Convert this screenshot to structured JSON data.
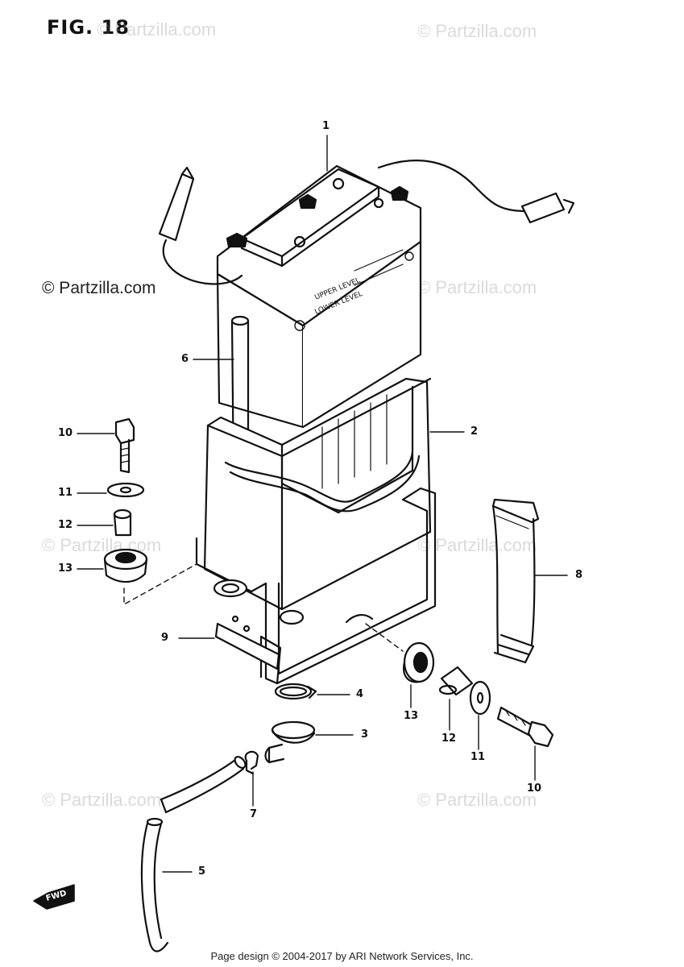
{
  "figure": {
    "title": "FIG. 18"
  },
  "watermarks": [
    "© Partzilla.com",
    "© Partzilla.com",
    "© Partzilla.com",
    "© Partzilla.com",
    "© Partzilla.com",
    "© Partzilla.com",
    "© Partzilla.com",
    "© Partzilla.com"
  ],
  "battery_labels": {
    "upper": "UPPER LEVEL",
    "lower": "LOWER LEVEL"
  },
  "callouts": [
    "1",
    "2",
    "3",
    "4",
    "5",
    "6",
    "7",
    "8",
    "9",
    "10",
    "11",
    "12",
    "13",
    "10",
    "11",
    "12",
    "13"
  ],
  "fwd_arrow_label": "FWD",
  "footer": "Page design © 2004-2017 by ARI Network Services, Inc.",
  "colors": {
    "ink": "#111111",
    "watermark": "#c8c8c8",
    "background": "#ffffff"
  }
}
